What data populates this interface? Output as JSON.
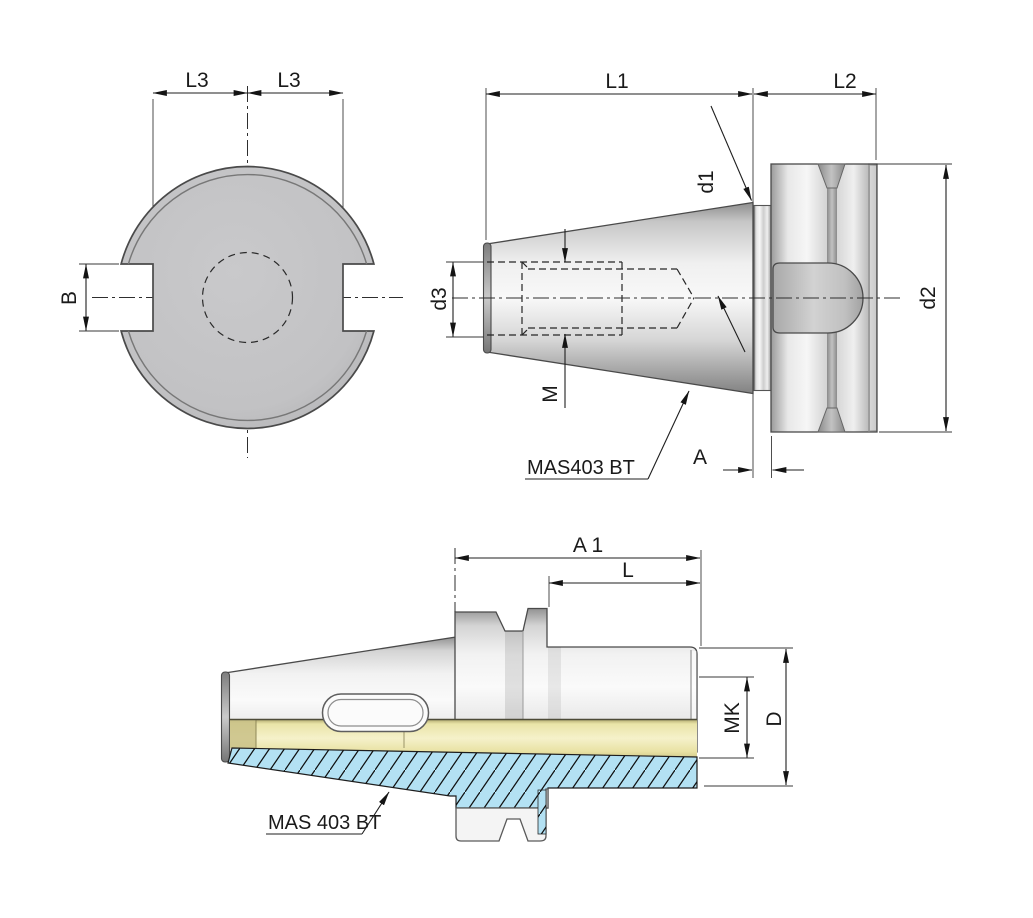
{
  "page": {
    "title": "MAS403 BT taper tool holder technical drawing",
    "background": "#ffffff"
  },
  "labels": {
    "front_view": {
      "l3_left": "L3",
      "l3_right": "L3",
      "b": "B"
    },
    "side_view": {
      "l1": "L1",
      "l2": "L2",
      "d1": "d1",
      "d2": "d2",
      "d3": "d3",
      "m": "M",
      "a": "A",
      "standard": "MAS403 BT"
    },
    "section_view": {
      "a1": "A 1",
      "l": "L",
      "mk": "MK",
      "d": "D",
      "standard": "MAS 403 BT"
    }
  },
  "colors": {
    "line": "#2b2b2b",
    "dimension_text": "#1a1a1a",
    "metal_light": "#f5f5f5",
    "metal_dark": "#8e8e8e",
    "bore_yellow": "#f2edc0",
    "section_blue": "#b3e1f3",
    "hatch": "#101010"
  }
}
